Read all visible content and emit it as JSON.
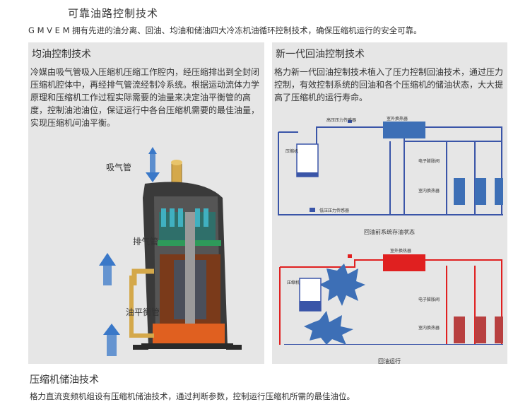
{
  "header": {
    "title": "可靠油路控制技术",
    "intro": "G M V E M 拥有先进的油分离、回油、均油和储油四大冷冻机油循环控制技术，确保压缩机运行的安全可靠。"
  },
  "left_panel": {
    "title": "均油控制技术",
    "text": "冷媒由吸气管吸入压缩机压缩工作腔内，经压缩排出到全封闭压缩机腔体中，再经排气管流经制冷系统。根据运动流体力学原理和压缩机工作过程实际需要的油量来决定油平衡管的高度，控制油池油位，保证运行中各台压缩机需要的最佳油量，实现压缩机间油平衡。",
    "labels": {
      "suction": "吸气管",
      "discharge": "排气管",
      "oil_balance": "油平衡管"
    }
  },
  "right_panel": {
    "title": "新一代回油控制技术",
    "text": "格力新一代回油控制技术植入了压力控制回油技术，通过压力控制，有效控制系统的回油和各个压缩机的储油状态，大大提高了压缩机的运行寿命。",
    "diagram_top": {
      "high_sensor": "高压压力传感器",
      "outdoor_hx": "室外换热器",
      "compressor": "压缩机",
      "expansion_valve": "电子膨胀阀",
      "indoor_hx": "室内换热器",
      "low_sensor": "低压压力传感器",
      "caption": "回油前系统存油状态"
    },
    "diagram_bottom": {
      "outdoor_hx": "室外换热器",
      "compressor": "压缩机",
      "expansion_valve": "电子膨胀阀",
      "indoor_hx": "室内换热器",
      "caption": "回油运行"
    }
  },
  "section2": {
    "title": "压缩机储油技术",
    "text": "格力直流变频机组设有压缩机储油技术，通过判断参数，控制运行压缩机所需的最佳油位。"
  },
  "colors": {
    "low_pressure_line": "#3a55a8",
    "high_pressure_line": "#e02020",
    "indoor_unit_blue": "#3d6fb6",
    "indoor_unit_red": "#b84040",
    "oil_orange": "#e06020",
    "arrow_blue": "#3a78c8"
  }
}
